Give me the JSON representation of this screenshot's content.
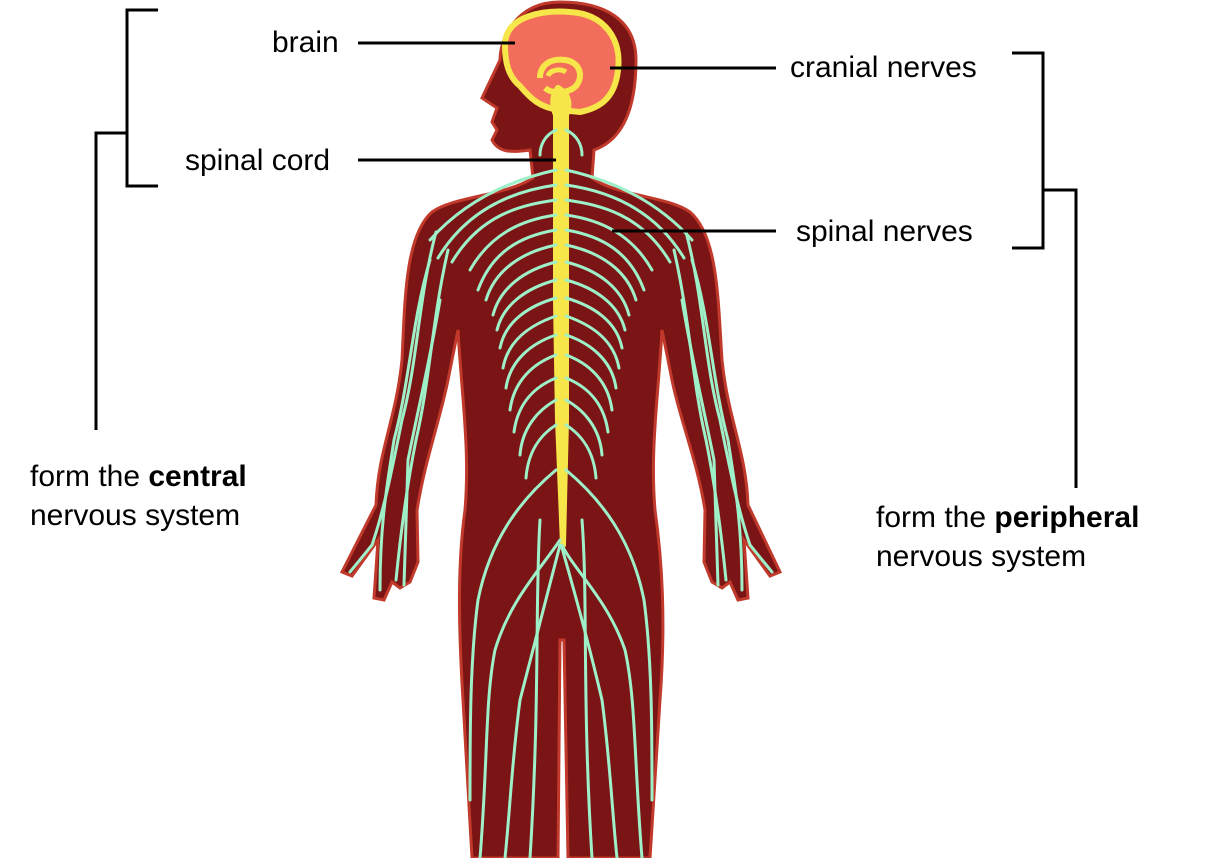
{
  "labels": {
    "brain": "brain",
    "spinal_cord": "spinal cord",
    "cranial_nerves": "cranial nerves",
    "spinal_nerves": "spinal nerves"
  },
  "central": {
    "prefix": "form the ",
    "bold": "central",
    "line2": "nervous system"
  },
  "peripheral": {
    "prefix": "form the ",
    "bold": "peripheral",
    "line2": "nervous system"
  },
  "colors": {
    "body": "#7b1515",
    "body_outline": "#c0392b",
    "brain": "#f26d5b",
    "spinal_cord": "#f7e64a",
    "nerves": "#9ef0c8",
    "lines": "#000000"
  }
}
